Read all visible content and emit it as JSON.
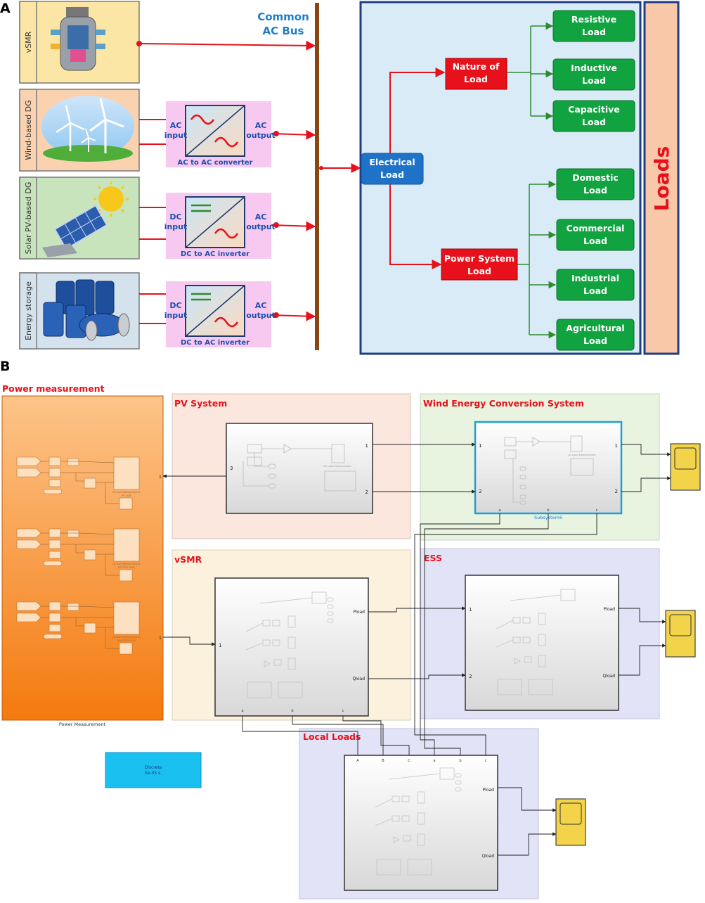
{
  "panel_a": {
    "label": "A",
    "bus_label": [
      "Common",
      "AC Bus"
    ],
    "sources": [
      {
        "name": "vSMR",
        "picture": "nuclear-reactor-icon"
      },
      {
        "name": "Wind-based DG",
        "picture": "wind-turbine-icon"
      },
      {
        "name": "Solar PV-based DG",
        "picture": "solar-panel-icon"
      },
      {
        "name": "Energy storage",
        "picture": "battery-icon"
      }
    ],
    "converters": [
      {
        "input": [
          "AC",
          "input"
        ],
        "output": [
          "AC",
          "output"
        ],
        "caption": "AC to AC converter",
        "kind": "ac"
      },
      {
        "input": [
          "DC",
          "input"
        ],
        "output": [
          "AC",
          "output"
        ],
        "caption": "DC to AC inverter",
        "kind": "dc"
      },
      {
        "input": [
          "DC",
          "input"
        ],
        "output": [
          "AC",
          "output"
        ],
        "caption": "DC to AC inverter",
        "kind": "dc"
      }
    ],
    "electrical_load": [
      "Electrical",
      "Load"
    ],
    "nature_of_load": [
      "Nature of",
      "Load"
    ],
    "power_system_load": [
      "Power System",
      "Load"
    ],
    "nature_children": [
      [
        "Resistive",
        "Load"
      ],
      [
        "Inductive",
        "Load"
      ],
      [
        "Capacitive",
        "Load"
      ]
    ],
    "power_children": [
      [
        "Domestic",
        "Load"
      ],
      [
        "Commercial",
        "Load"
      ],
      [
        "Industrial",
        "Load"
      ],
      [
        "Agricultural",
        "Load"
      ]
    ],
    "loads_banner": "Loads",
    "colors": {
      "bus": "#8B4513",
      "wire": "#e8101a",
      "tree": "#2e8b2e",
      "green_box": "#11a340",
      "red_box": "#e8101a",
      "blue_box": "#1e73c8",
      "panel": "#d8ebf7",
      "banner": "#f9c8a8"
    }
  },
  "panel_b": {
    "label": "B",
    "groups": {
      "power_measurement": "Power measurement",
      "pv_system": "PV System",
      "wind": "Wind Energy Conversion System",
      "vsmr": "vSMR",
      "ess": "ESS",
      "local_loads": "Local Loads"
    },
    "power_measurement_caption": "Power Measurement",
    "pm_block_captions": [
      [
        "DC Bus Measurements",
        "PV SIDE"
      ],
      [
        "DC Bus Measurements",
        "BATTERY SIDE"
      ],
      [
        "DC Bus Measurements",
        "INVERTER SIDE"
      ]
    ],
    "pv_inner_caption": "AC Load Measurement",
    "wind_inner_caption": "AC Load Measurement",
    "wind_subsystem_caption": "Subsystem6",
    "port_labels": {
      "one": "1",
      "two": "2",
      "three": "3",
      "pload": "Pload",
      "qload": "Qload",
      "a": "a",
      "b": "b",
      "c": "c"
    },
    "local_loads_ports": [
      "A",
      "B",
      "C",
      "a",
      "b",
      "c"
    ],
    "clock_text": [
      "Discrete",
      "5e-05 s."
    ],
    "colors": {
      "pm_top": "#fdbf80",
      "pm_bottom": "#f57a10",
      "pv_bg": "#fbe7dd",
      "wind_bg": "#e8f4e0",
      "vsmr_bg": "#fcf1dd",
      "ess_bg": "#e3e3f8",
      "local_bg": "#e3e3f8",
      "scope": "#f2d34a",
      "clock": "#19c0f0",
      "title_red": "#e8101a"
    }
  }
}
